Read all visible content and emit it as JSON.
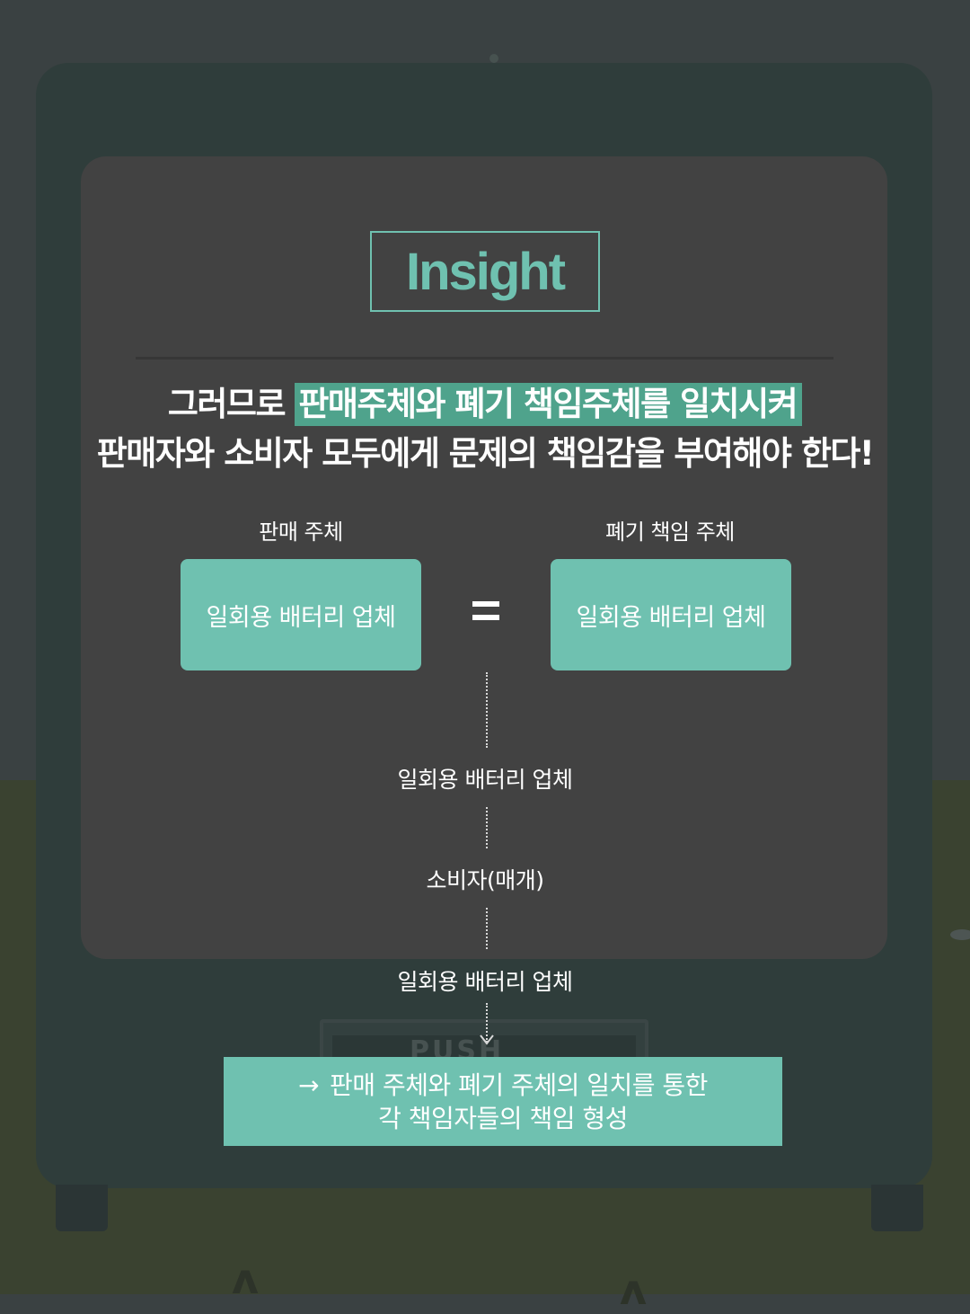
{
  "title": "Insight",
  "headline": {
    "line1_plain": "그러므로 ",
    "line1_highlight": "판매주체와 폐기 책임주체를 일치시켜",
    "line2": "판매자와 소비자 모두에게 문제의 책임감을 부여해야 한다!"
  },
  "comparison": {
    "left_label": "판매 주체",
    "left_box": "일회용 배터리 업체",
    "operator": "=",
    "right_label": "폐기 책임 주체",
    "right_box": "일회용 배터리 업체"
  },
  "flow": {
    "step1": "일회용 배터리 업체",
    "step2": "소비자(매개)",
    "step3": "일회용 배터리 업체"
  },
  "result": {
    "arrow_icon": "→",
    "line1": "판매 주체와 폐기 주체의 일치를 통한",
    "line2": "각 책임자들의 책임 형성"
  },
  "background": {
    "slot_text": "PUSH"
  },
  "colors": {
    "accent": "#6fc1b0",
    "highlight": "#4fa38c",
    "panel": "#424242",
    "sky": "#3a4142",
    "ground": "#3a4230",
    "machine": "#2f3d3b"
  }
}
